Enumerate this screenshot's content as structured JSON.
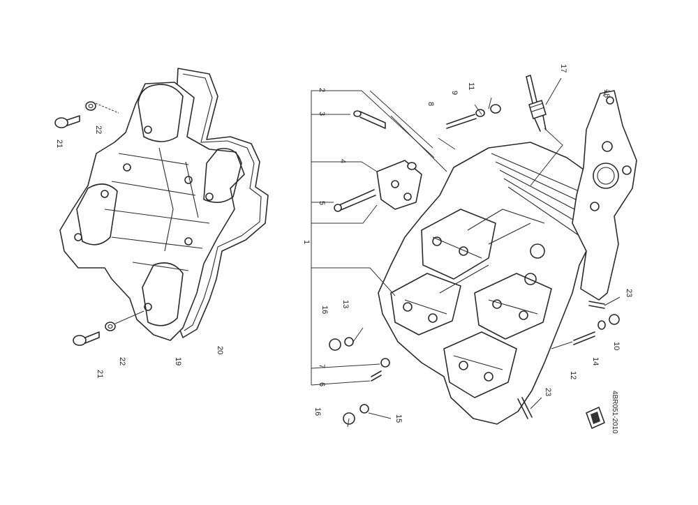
{
  "diagram": {
    "figure_code": "4BR051-2010",
    "callouts": {
      "c1": "1",
      "c2": "2",
      "c3": "3",
      "c4": "4",
      "c5": "5",
      "c6": "6",
      "c7": "7",
      "c8": "8",
      "c9": "9",
      "c10": "10",
      "c11": "11",
      "c12": "12",
      "c13": "13",
      "c14": "14",
      "c15a": "15",
      "c16a": "16",
      "c16b": "16",
      "c17": "17",
      "c18": "18",
      "c19": "19",
      "c20": "20",
      "c21a": "21",
      "c21b": "21",
      "c22a": "22",
      "c22b": "22",
      "c23a": "23",
      "c23b": "23"
    }
  }
}
